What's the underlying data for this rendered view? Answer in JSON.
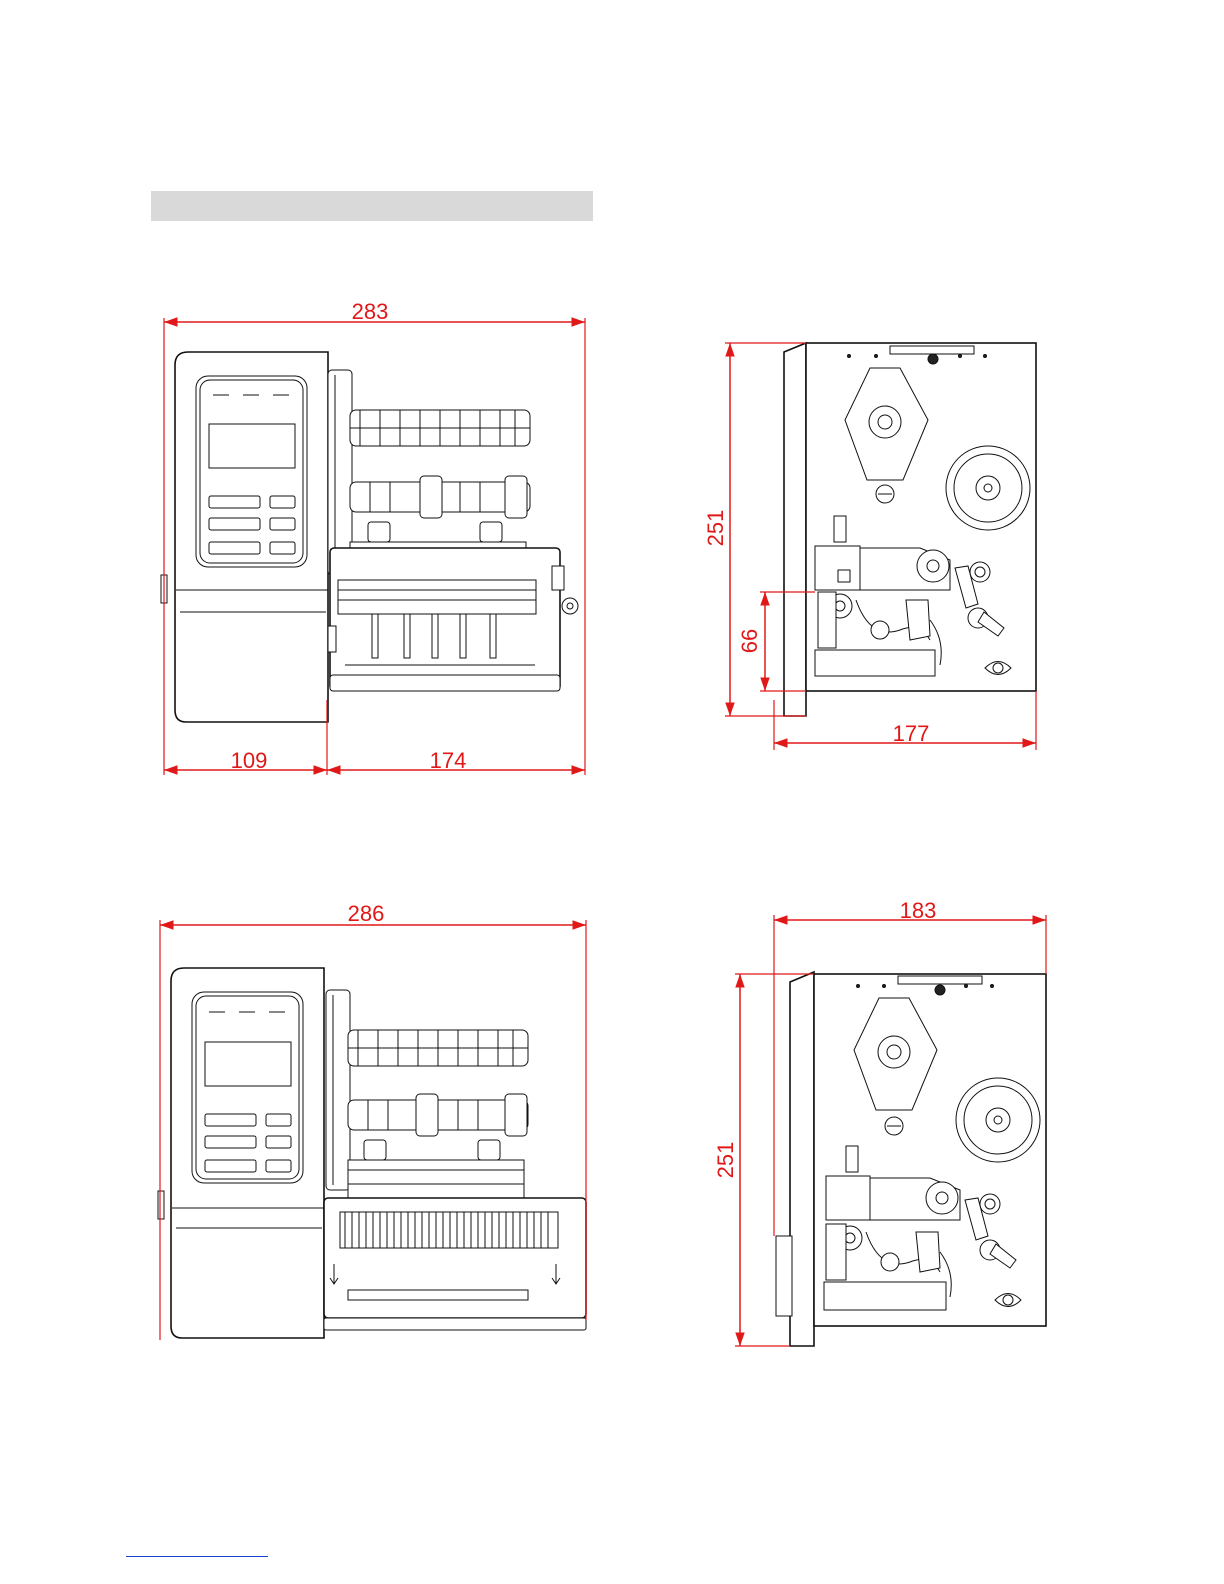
{
  "colors": {
    "dimension": "#e01818",
    "line": "#111111",
    "header_bar": "#d9d9d9",
    "footer_line": "#1a3fd0"
  },
  "views": {
    "front_top": {
      "overall_width": "283",
      "left_width": "109",
      "right_width": "174"
    },
    "side_top": {
      "height": "251",
      "lower_height": "66",
      "width": "177"
    },
    "front_bottom": {
      "overall_width": "286"
    },
    "side_bottom": {
      "width": "183",
      "height": "251"
    }
  }
}
